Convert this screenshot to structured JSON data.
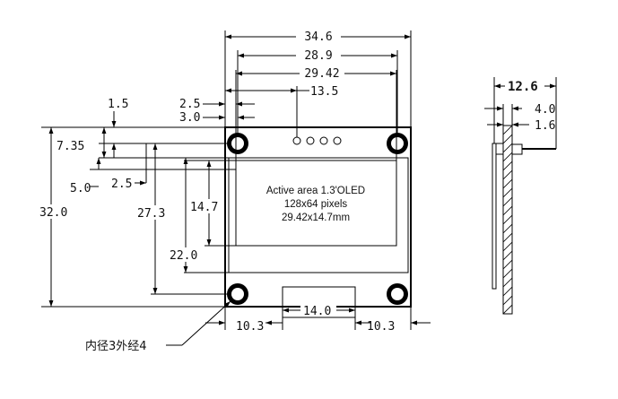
{
  "front_view": {
    "dims": {
      "overall_width": "34.6",
      "hole_spacing": "28.9",
      "active_width": "29.42",
      "pin_offset": "13.5",
      "top_2_5": "2.5",
      "top_3_0": "3.0",
      "top_1_5": "1.5",
      "left_7_35": "7.35",
      "left_5_0": "5.0",
      "left_2_5": "2.5",
      "overall_height": "32.0",
      "height_27_3": "27.3",
      "active_height": "14.7",
      "height_22_0": "22.0",
      "bottom_left": "10.3",
      "bottom_center": "14.0",
      "bottom_right": "10.3"
    },
    "active_area": {
      "line1": "Active area 1.3'OLED",
      "line2": "128x64 pixels",
      "line3": "29.42x14.7mm"
    },
    "hole_note": "内径3外经4"
  },
  "side_view": {
    "dims": {
      "thickness": "12.6",
      "dim_4_0": "4.0",
      "dim_1_6": "1.6"
    }
  }
}
